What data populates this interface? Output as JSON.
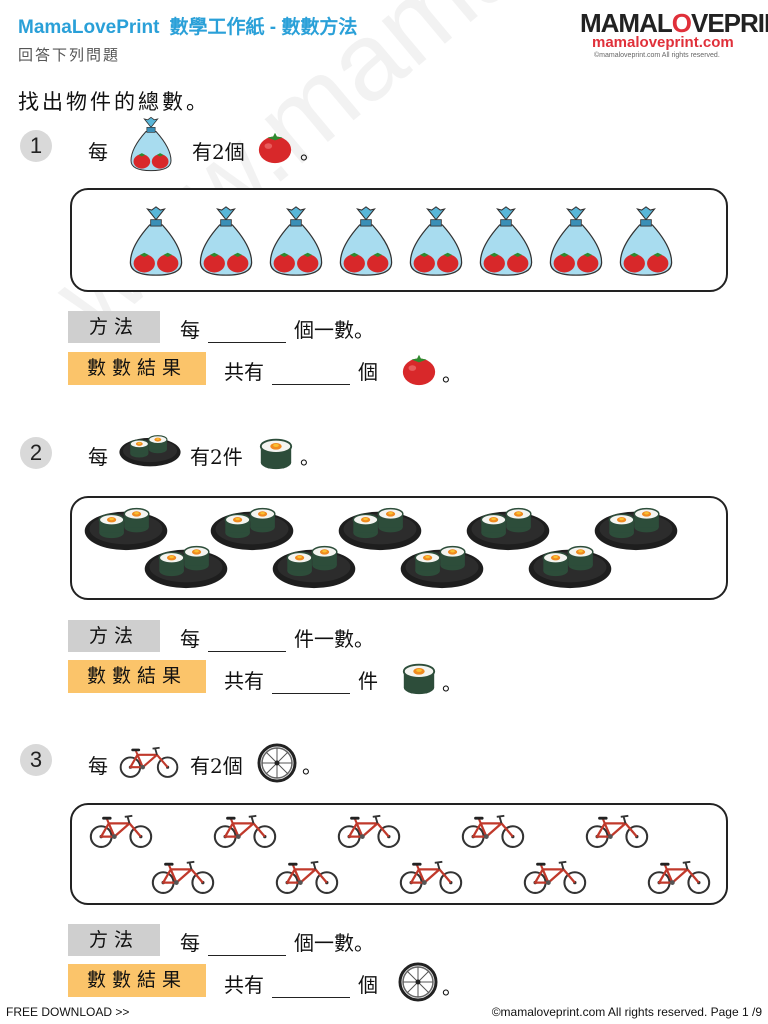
{
  "header": {
    "brand": "MamaLovePrint",
    "title": "數學工作紙 - 數數方法",
    "subtitle": "回答下列問題",
    "logo_left": "MAMAL",
    "logo_o": "O",
    "logo_right": "VEPRINT",
    "logo_url": "mamaloveprint.com",
    "logo_copyright": "©mamaloveprint.com All rights reserved."
  },
  "instruction": "找出物件的總數。",
  "watermark": "www.mamaloveprint.com",
  "questions": [
    {
      "number": "1",
      "prompt_pre": "每",
      "prompt_mid": "有2個",
      "prompt_end": "。",
      "method_label": "方法",
      "method_pre": "每",
      "method_post": "個一數。",
      "result_label": "數數結果",
      "result_pre": "共有",
      "result_unit": "個",
      "result_end": "。"
    },
    {
      "number": "2",
      "prompt_pre": "每",
      "prompt_mid": "有2件",
      "prompt_end": "。",
      "method_label": "方法",
      "method_pre": "每",
      "method_post": "件一數。",
      "result_label": "數數結果",
      "result_pre": "共有",
      "result_unit": "件",
      "result_end": "。"
    },
    {
      "number": "3",
      "prompt_pre": "每",
      "prompt_mid": "有2個",
      "prompt_end": "。",
      "method_label": "方法",
      "method_pre": "每",
      "method_post": "個一數。",
      "result_label": "數數結果",
      "result_pre": "共有",
      "result_unit": "個",
      "result_end": "。"
    }
  ],
  "footer": {
    "left": "FREE DOWNLOAD >>",
    "right": "©mamaloveprint.com All rights reserved. Page 1 /9"
  },
  "icons": {
    "q1_group": "tomato-bag-icon",
    "q1_item": "tomato-icon",
    "q2_group": "sushi-plate-icon",
    "q2_item": "sushi-roll-icon",
    "q3_group": "bicycle-icon",
    "q3_item": "wheel-icon"
  },
  "colors": {
    "brand_blue": "#2aa0d8",
    "logo_red": "#e0303a",
    "label_grey": "#cfcfcf",
    "label_yellow": "#fbc46a",
    "tomato_red": "#d8282a",
    "bag_blue": "#a8dcef"
  }
}
